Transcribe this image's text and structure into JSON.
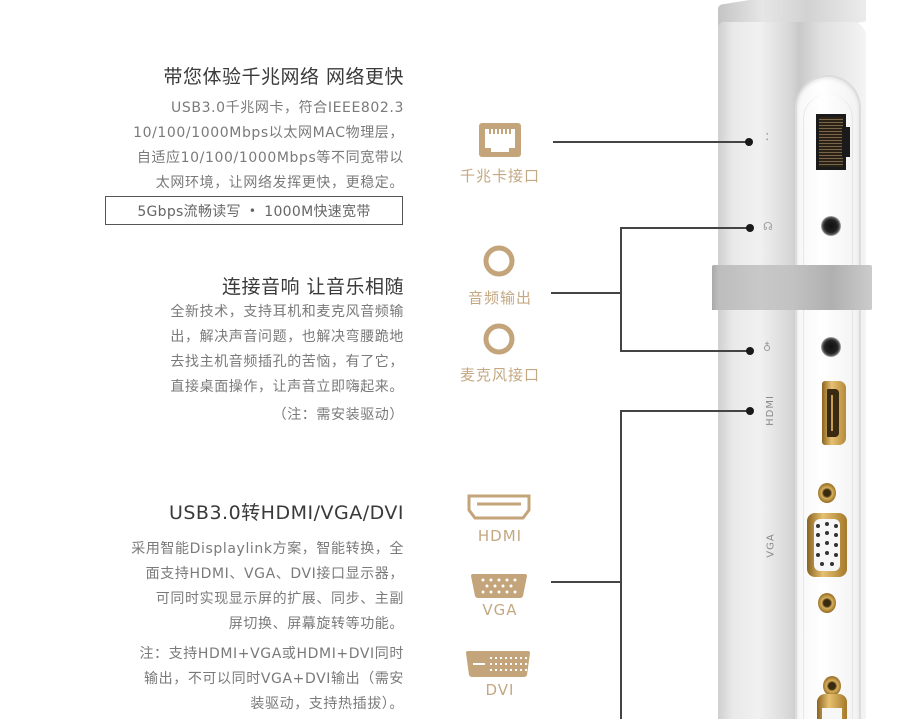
{
  "sections": {
    "network": {
      "title": "带您体验千兆网络 网络更快",
      "body": [
        "USB3.0千兆网卡，符合IEEE802.3",
        "10/100/1000Mbps以太网MAC物理层，",
        "自适应10/100/1000Mbps等不同宽带以",
        "太网环境，让网络发挥更快，更稳定。"
      ],
      "features": [
        "5Gbps流畅读写",
        "1000M快速宽带"
      ],
      "feature_separator": "•"
    },
    "audio": {
      "title": "连接音响 让音乐相随",
      "body": [
        "全新技术，支持耳机和麦克风音频输",
        "出，解决声音问题，也解决弯腰跪地",
        "去找主机音频插孔的苦恼，有了它，",
        "直接桌面操作，让声音立即嗨起来。"
      ],
      "note": "（注：需安装驱动）"
    },
    "display": {
      "title": "USB3.0转HDMI/VGA/DVI",
      "body": [
        "采用智能Displaylink方案，智能转换，全",
        "面支持HDMI、VGA、DVI接口显示器，",
        "可同时实现显示屏的扩展、同步、主副",
        "屏切换、屏幕旋转等功能。"
      ],
      "note": [
        "注：支持HDMI+VGA或HDMI+DVI同时",
        "输出，不可以同时VGA+DVI输出（需安",
        "装驱动，支持热插拔）。"
      ]
    }
  },
  "icons": {
    "ethernet": {
      "label": "千兆卡接口",
      "icon": "ethernet-port-icon"
    },
    "audio_out": {
      "label": "音频输出",
      "icon": "circle-ring-icon"
    },
    "mic_in": {
      "label": "麦克风接口",
      "icon": "circle-ring-icon"
    },
    "hdmi": {
      "label": "HDMI",
      "icon": "hdmi-port-icon"
    },
    "vga": {
      "label": "VGA",
      "icon": "vga-port-icon"
    },
    "dvi": {
      "label": "DVI",
      "icon": "dvi-port-icon"
    }
  },
  "device": {
    "side_labels": {
      "hdmi": "HDMI",
      "vga": "VGA"
    },
    "side_glyphs": {
      "network": "⠅",
      "headphone": "☊",
      "mic": "♁"
    }
  },
  "colors": {
    "accent_gold": "#c4a47a",
    "title_text": "#3a3a3a",
    "body_text": "#7a7a7a",
    "connector_line": "#444444"
  }
}
